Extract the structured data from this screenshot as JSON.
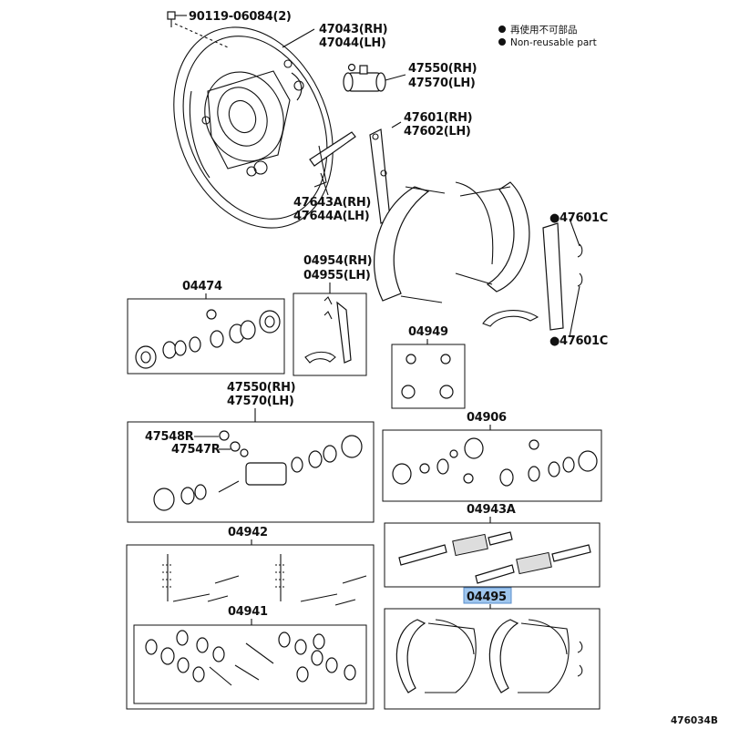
{
  "diagram": {
    "legend": {
      "line_jp": "再使用不可部品",
      "line_en": "Non-reusable part"
    },
    "labels": {
      "bolt": "90119-06084(2)",
      "plate_rh": "47043(RH)",
      "plate_lh": "47044(LH)",
      "cyl_rh": "47550(RH)",
      "cyl_lh": "47570(LH)",
      "lever_rh": "47601(RH)",
      "lever_lh": "47602(LH)",
      "strut_rh": "47643A(RH)",
      "strut_lh": "47644A(LH)",
      "clip_top": "●47601C",
      "clip_bottom": "●47601C",
      "kit_04954": "04954(RH)",
      "kit_04955": "04955(LH)",
      "kit_04474": "04474",
      "kit_04949": "04949",
      "cyl2_rh": "47550(RH)",
      "cyl2_lh": "47570(LH)",
      "bleeder_r": "47548R",
      "cap_r": "47547R",
      "kit_04906": "04906",
      "kit_04943a": "04943A",
      "kit_04942": "04942",
      "kit_04941": "04941",
      "kit_04495": "04495",
      "figure_id": "476034B"
    },
    "highlight": "04495"
  }
}
